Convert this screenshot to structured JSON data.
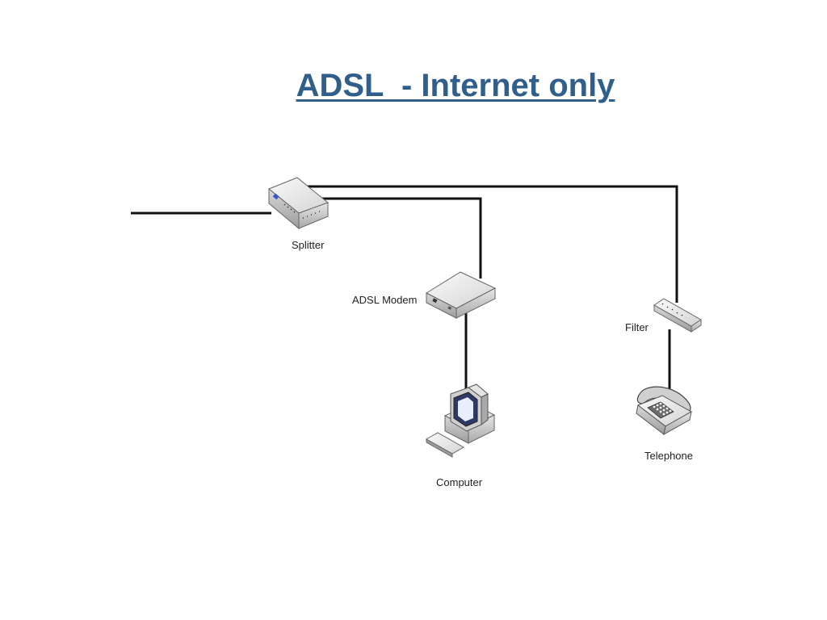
{
  "title": "ADSL  - Internet only",
  "title_color": "#2f5f8a",
  "nodes": {
    "splitter": "Splitter",
    "modem": "ADSL Modem",
    "filter": "Filter",
    "computer": "Computer",
    "telephone": "Telephone"
  },
  "icons": {
    "splitter": "splitter-icon",
    "modem": "modem-icon",
    "filter": "filter-icon",
    "computer": "computer-icon",
    "telephone": "telephone-icon"
  }
}
